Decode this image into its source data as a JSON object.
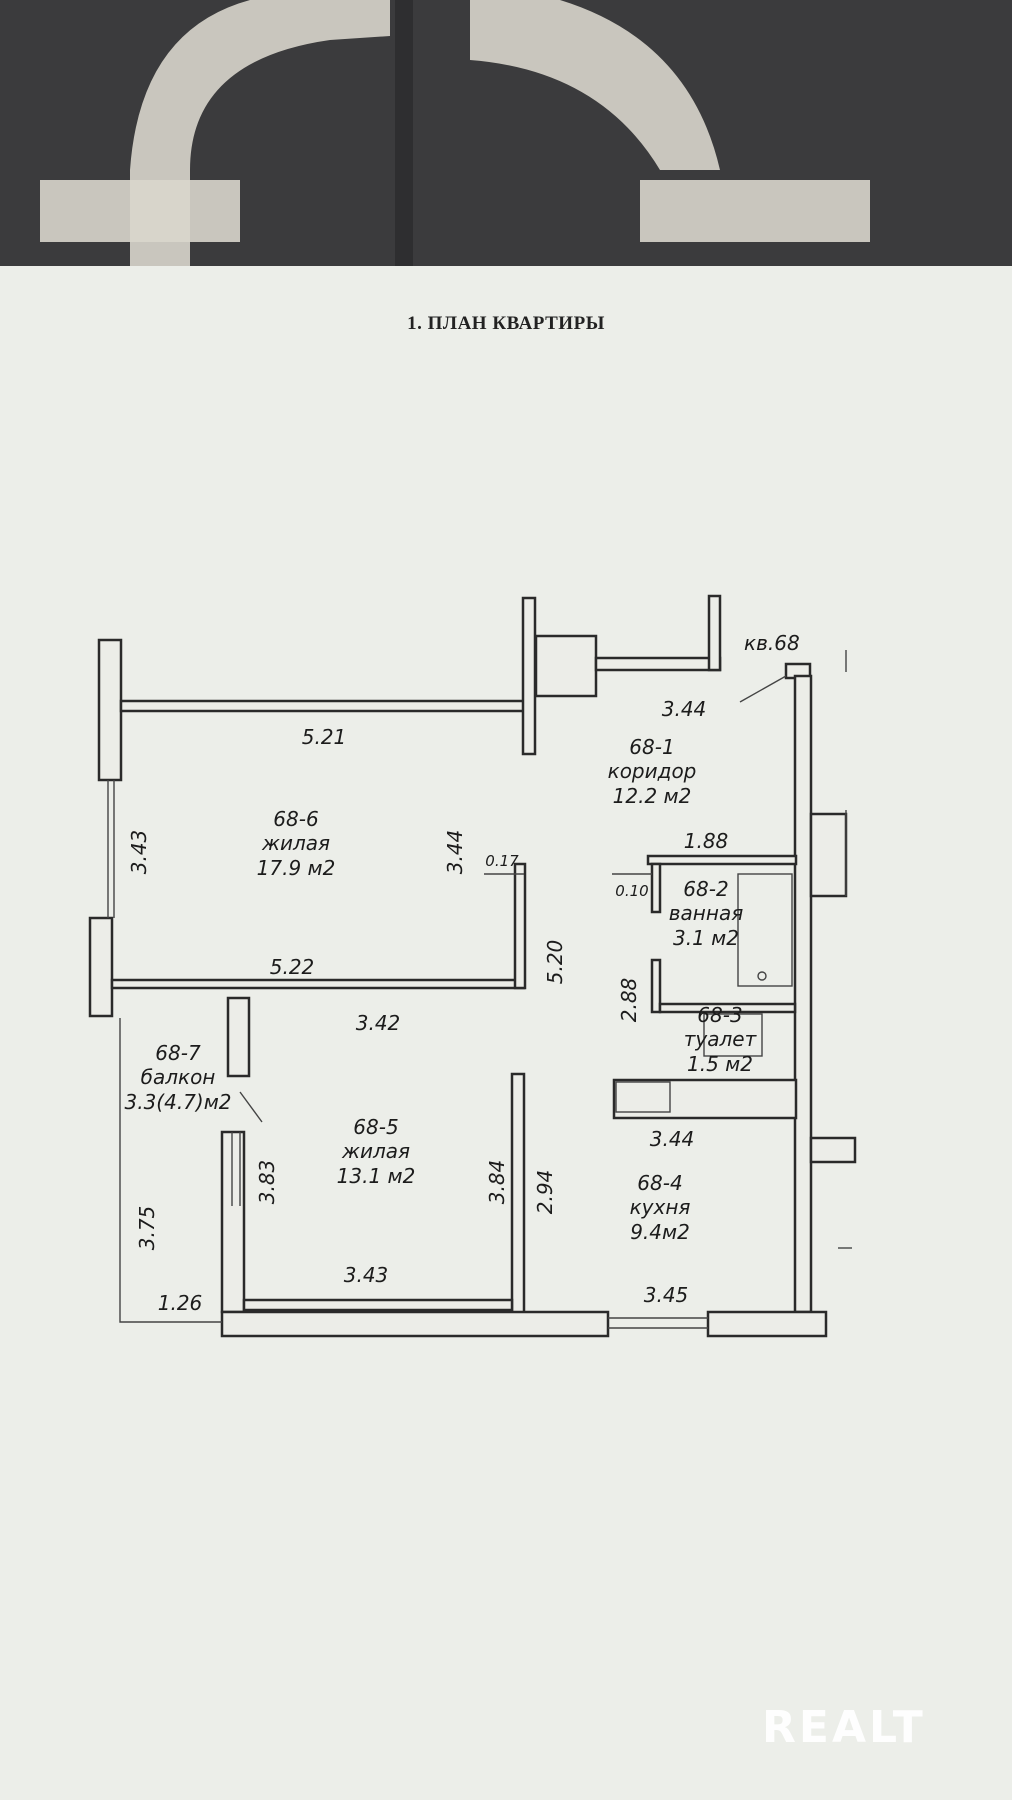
{
  "document": {
    "title": "1. ПЛАН КВАРТИРЫ",
    "apartment_label": "кв.68"
  },
  "rooms": {
    "corridor": {
      "code": "68-1",
      "name": "коридор",
      "area": "12.2 м2"
    },
    "bathroom": {
      "code": "68-2",
      "name": "ванная",
      "area": "3.1 м2"
    },
    "toilet": {
      "code": "68-3",
      "name": "туалет",
      "area": "1.5 м2"
    },
    "kitchen": {
      "code": "68-4",
      "name": "кухня",
      "area": "9.4м2"
    },
    "living2": {
      "code": "68-5",
      "name": "жилая",
      "area": "13.1 м2"
    },
    "living1": {
      "code": "68-6",
      "name": "жилая",
      "area": "17.9 м2"
    },
    "balcony": {
      "code": "68-7",
      "name": "балкон",
      "area": "3.3(4.7)м2"
    }
  },
  "dimensions": {
    "d_344_top": "3.44",
    "d_521": "5.21",
    "d_343_left": "3.43",
    "d_344_mid": "3.44",
    "d_017": "0.17",
    "d_188": "1.88",
    "d_010": "0.10",
    "d_522": "5.22",
    "d_520": "5.20",
    "d_288": "2.88",
    "d_342": "3.42",
    "d_344_kitchen": "3.44",
    "d_383": "3.83",
    "d_384": "3.84",
    "d_294": "2.94",
    "d_375": "3.75",
    "d_343_bottom": "3.43",
    "d_126": "1.26",
    "d_345": "3.45"
  },
  "watermark": "REALT",
  "colors": {
    "paper": "#eceee9",
    "fabric": "#3a3a3c",
    "ink": "#222222"
  }
}
